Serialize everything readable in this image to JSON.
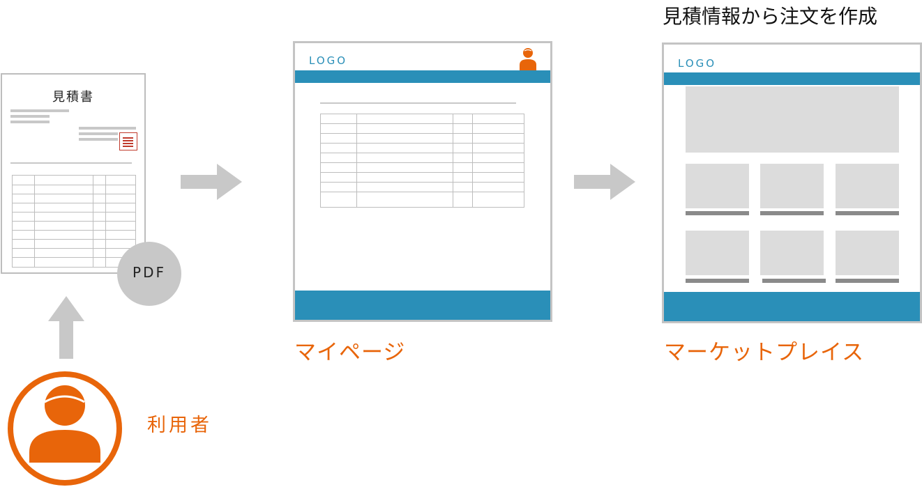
{
  "document": {
    "title": "見積書",
    "badge": "PDF"
  },
  "user": {
    "label": "利用者"
  },
  "mypage": {
    "logo": "LOGO",
    "label": "マイページ"
  },
  "marketplace": {
    "logo": "LOGO",
    "label": "マーケットプレイス",
    "caption": "見積情報から注文を作成"
  },
  "colors": {
    "accent_blue": "#2a8fb8",
    "accent_orange": "#e8650a",
    "gray": "#c8c8c8"
  }
}
